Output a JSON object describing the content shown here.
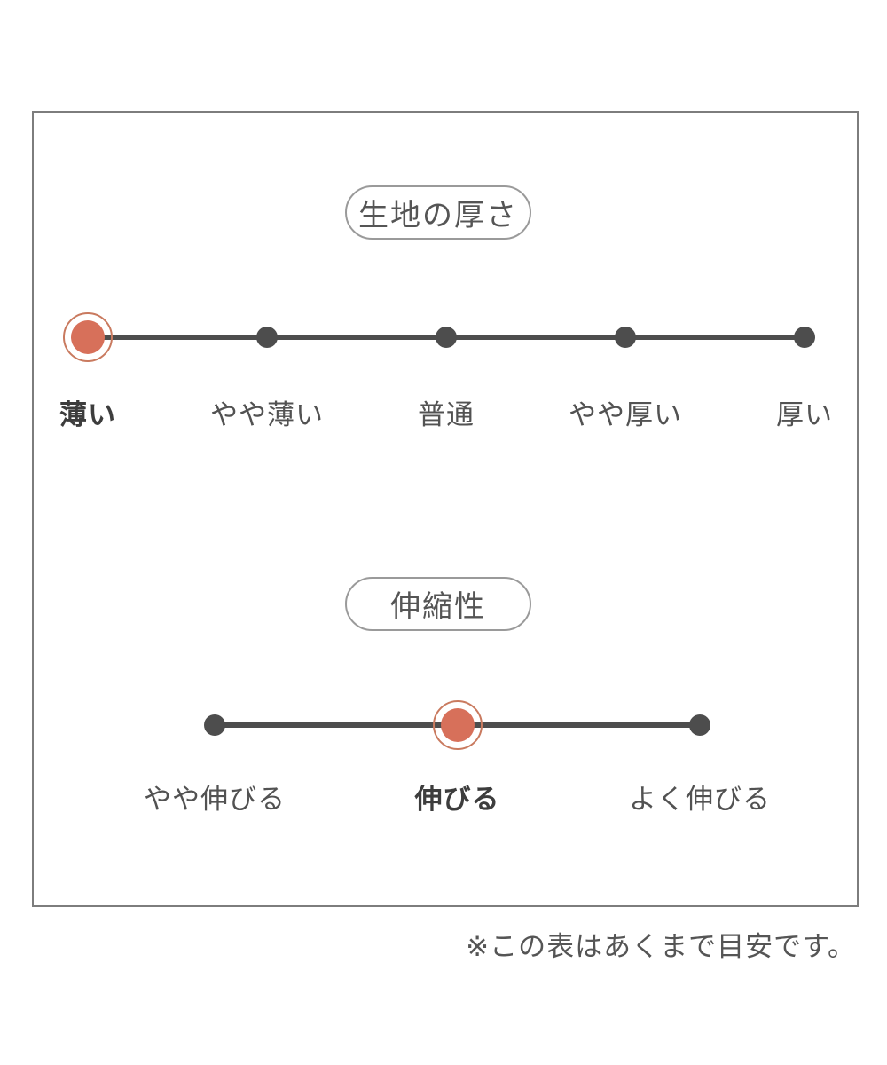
{
  "colors": {
    "accent": "#D7705A",
    "accent_ring": "#C97A5F",
    "dot_and_line": "#4D4D4D",
    "text": "#555555",
    "pill_border": "#9A9A9A",
    "panel_border": "#7D7D7D"
  },
  "chart_data": [
    {
      "type": "scale",
      "title": "生地の厚さ",
      "options": [
        "薄い",
        "やや薄い",
        "普通",
        "やや厚い",
        "厚い"
      ],
      "selected_index": 0,
      "selected": "薄い"
    },
    {
      "type": "scale",
      "title": "伸縮性",
      "options": [
        "やや伸びる",
        "伸びる",
        "よく伸びる"
      ],
      "selected_index": 1,
      "selected": "伸びる"
    }
  ],
  "footnote": "※この表はあくまで目安です。"
}
